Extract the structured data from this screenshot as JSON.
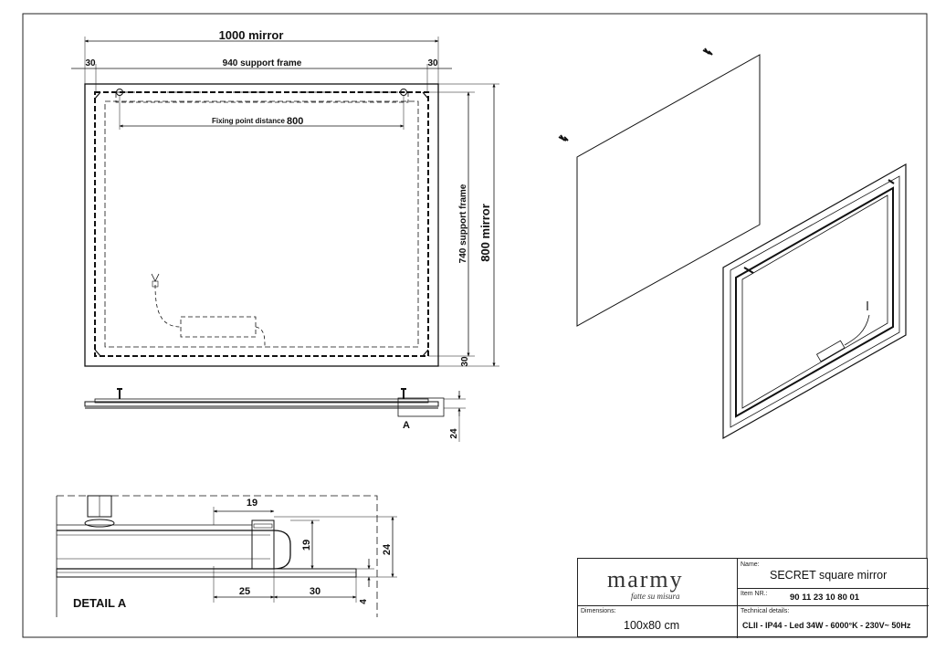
{
  "drawing": {
    "front": {
      "dim_mirror_width": "1000 mirror",
      "dim_frame_width": "940 support frame",
      "dim_left_offset": "30",
      "dim_right_offset": "30",
      "dim_fixing": "Fixing point distance",
      "dim_fixing_value": "800",
      "dim_frame_height": "740 support frame",
      "dim_mirror_height": "800 mirror",
      "dim_bottom_offset": "30"
    },
    "side": {
      "detail_marker": "A",
      "dim_thickness": "24"
    },
    "detail": {
      "title": "DETAIL  A",
      "dim_19_top": "19",
      "dim_19_side": "19",
      "dim_24": "24",
      "dim_25": "25",
      "dim_30": "30",
      "dim_4": "4"
    }
  },
  "title_block": {
    "logo": "marmy",
    "tagline": "fatte su misura",
    "name_label": "Name:",
    "name_value": "SECRET square mirror",
    "item_label": "Item NR.:",
    "item_value": "90 11 23 10 80 01",
    "dimensions_label": "Dimensions:",
    "dimensions_value": "100x80 cm",
    "technical_label": "Technical details:",
    "technical_value": "CLII - IP44 - Led 34W - 6000°K - 230V~  50Hz"
  }
}
